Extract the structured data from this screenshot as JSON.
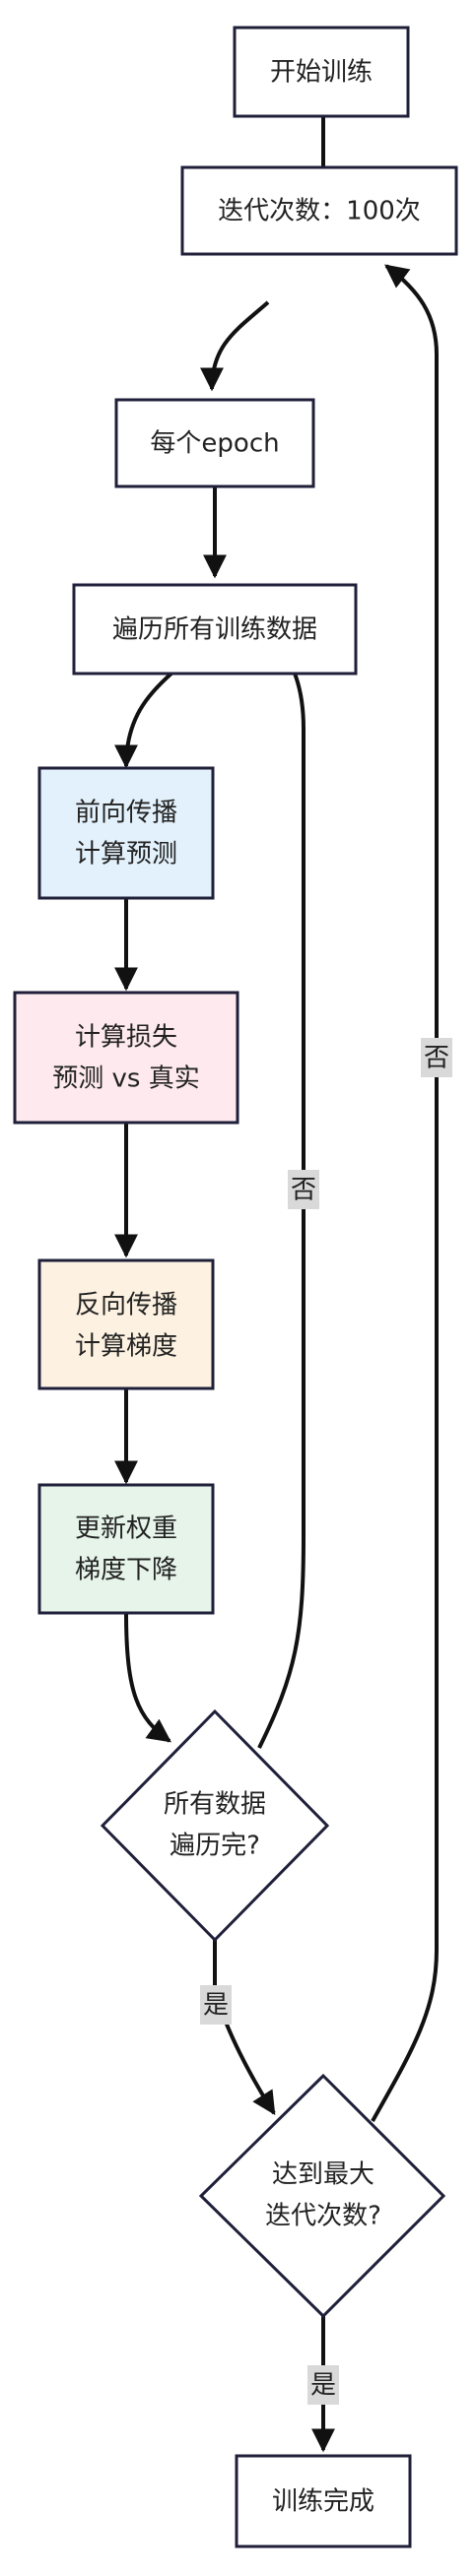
{
  "nodes": {
    "start": "开始训练",
    "iterate": "迭代次数：100次",
    "epoch": "每个epoch",
    "traverse": "遍历所有训练数据",
    "forward": [
      "前向传播",
      "计算预测"
    ],
    "loss": [
      "计算损失",
      "预测 vs 真实"
    ],
    "backward": [
      "反向传播",
      "计算梯度"
    ],
    "update": [
      "更新权重",
      "梯度下降"
    ],
    "all_data": [
      "所有数据",
      "遍历完?"
    ],
    "max_iter": [
      "达到最大",
      "迭代次数?"
    ],
    "done": "训练完成"
  },
  "edge_labels": {
    "all_data_no": "否",
    "all_data_yes": "是",
    "max_iter_no": "否",
    "max_iter_yes": "是"
  },
  "colors": {
    "stroke": "#1f1f3a",
    "forward_fill": "#e3f1fc",
    "loss_fill": "#fde9ee",
    "backward_fill": "#fdf2e1",
    "update_fill": "#e6f4ea",
    "label_bg": "#d9d9d9"
  }
}
